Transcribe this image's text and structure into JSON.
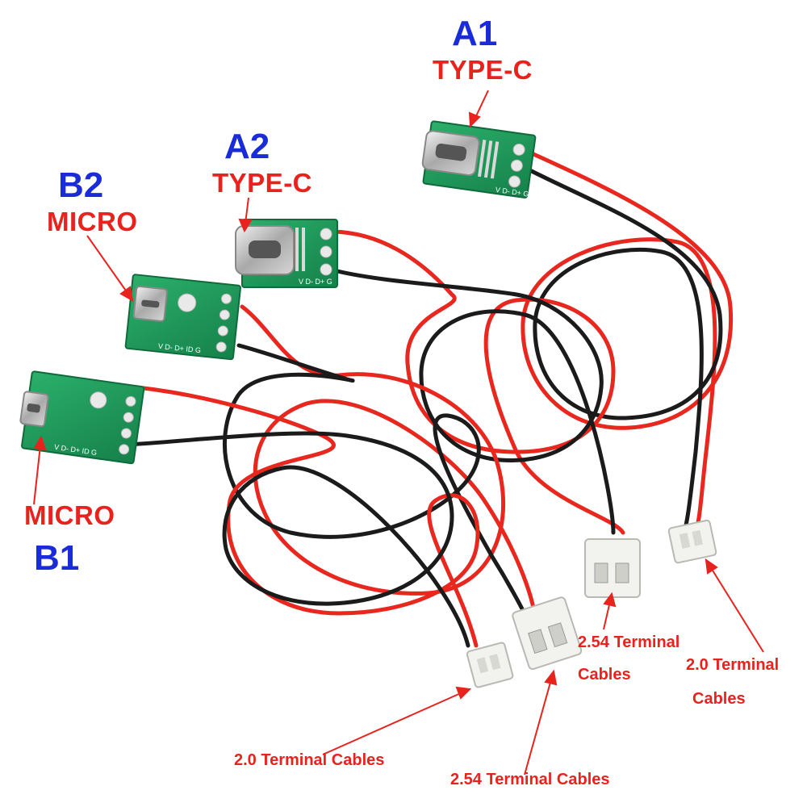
{
  "colors": {
    "label_blue": "#1a2bd8",
    "label_red": "#e8231d",
    "wire_red": "#e8271f",
    "wire_black": "#1b1b1b",
    "pcb_green": "#1f9a57",
    "connector_white": "#f2f2ee"
  },
  "labels": {
    "a1_code": "A1",
    "a1_type": "TYPE-C",
    "a2_code": "A2",
    "a2_type": "TYPE-C",
    "b2_code": "B2",
    "b2_type": "MICRO",
    "b1_type": "MICRO",
    "b1_code": "B1",
    "t254_right_line1": "2.54 Terminal",
    "t254_right_line2": "Cables",
    "t20_right_line1": "2.0 Terminal",
    "t20_right_line2": "Cables",
    "t20_bottom": "2.0 Terminal Cables",
    "t254_bottom": "2.54 Terminal Cables"
  },
  "board_silkscreen": {
    "typec": "V D- D+ G",
    "micro": "V D- D+ ID G"
  }
}
